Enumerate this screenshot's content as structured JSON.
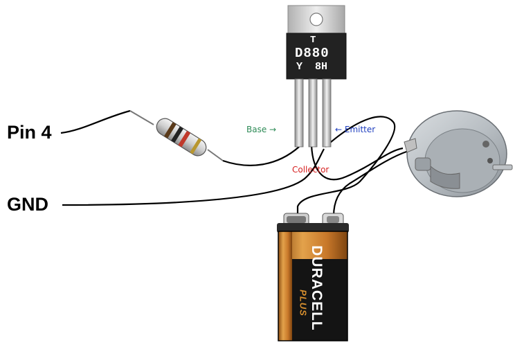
{
  "labels": {
    "pin4": "Pin 4",
    "gnd": "GND",
    "base": "Base",
    "emitter": "Emitter",
    "collector": "Collector"
  },
  "transistor": {
    "line1": "T",
    "line2": "D880",
    "line3": "Y  8H"
  },
  "battery": {
    "brand": "DURACELL",
    "sub": "PLUS"
  },
  "colors": {
    "base_label": "#2e8b57",
    "emitter_label": "#1f3fbf",
    "collector_label": "#d62020",
    "battery_copper": "#c8782a",
    "battery_black": "#1a1a1a",
    "heatsink": "#c9c9c9",
    "transistor_body": "#222222"
  }
}
